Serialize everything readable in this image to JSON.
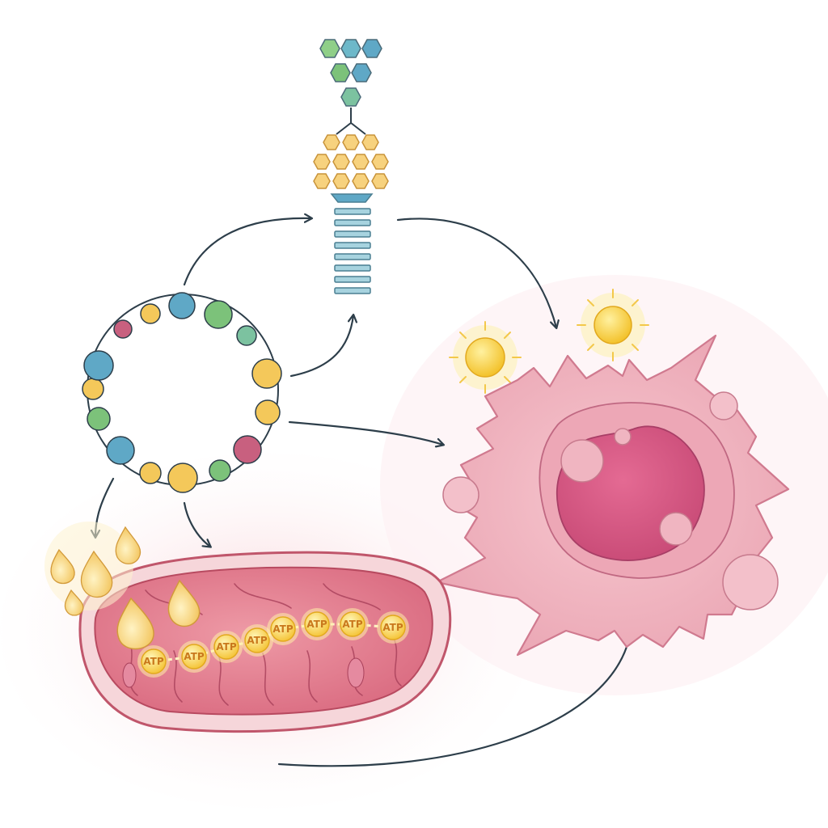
{
  "labels": {
    "atp": [
      "ATP",
      "ATP",
      "ATP",
      "ATP",
      "ATP",
      "ATP",
      "ATP",
      "ATP"
    ]
  },
  "colors": {
    "outline": "#2d3e4a",
    "bead_blue": "#5fa8c6",
    "bead_green": "#7cc27a",
    "bead_yellow": "#f4c85a",
    "bead_pink": "#c8607f",
    "mito_fill": "#e39aa3",
    "mito_edge": "#c0566b",
    "cell_fill": "#f2b8c2",
    "nucleus": "#d95b86",
    "glow": "#fbe4a0",
    "ladder": "#7fb3c6"
  },
  "icons": [
    "bead-ring-icon",
    "hexagon-cluster-icon",
    "ladder-icon",
    "mitochondrion-icon",
    "lipid-droplet-icon",
    "spiky-cell-icon",
    "sun-particle-icon",
    "arrow-icon"
  ]
}
